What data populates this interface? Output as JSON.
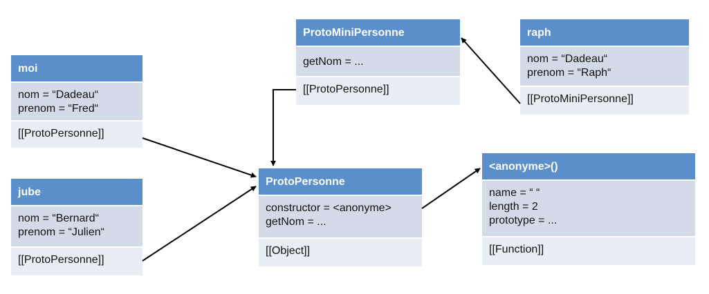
{
  "boxes": {
    "moi": {
      "title": "moi",
      "props": [
        "nom = “Dadeau“",
        "prenom = “Fred“"
      ],
      "proto": "[[ProtoPersonne]]"
    },
    "jube": {
      "title": "jube",
      "props": [
        "nom = “Bernard“",
        "prenom = “Julien“"
      ],
      "proto": "[[ProtoPersonne]]"
    },
    "protoMini": {
      "title": "ProtoMiniPersonne",
      "props": [
        "getNom = ..."
      ],
      "proto": "[[ProtoPersonne]]"
    },
    "raph": {
      "title": "raph",
      "props": [
        "nom = “Dadeau“",
        "prenom = “Raph“"
      ],
      "proto": "[[ProtoMiniPersonne]]"
    },
    "protoPersonne": {
      "title": "ProtoPersonne",
      "props": [
        "constructor = <anonyme>",
        "getNom = ..."
      ],
      "proto": "[[Object]]"
    },
    "anonyme": {
      "title": "<anonyme>()",
      "props": [
        "name = “ “",
        "length = 2",
        "prototype = ..."
      ],
      "proto": "[[Function]]"
    }
  },
  "colors": {
    "header": "#5b8fcb",
    "props_bg": "#d4dbe8",
    "proto_bg": "#e9edf4",
    "arrow": "#000000"
  }
}
